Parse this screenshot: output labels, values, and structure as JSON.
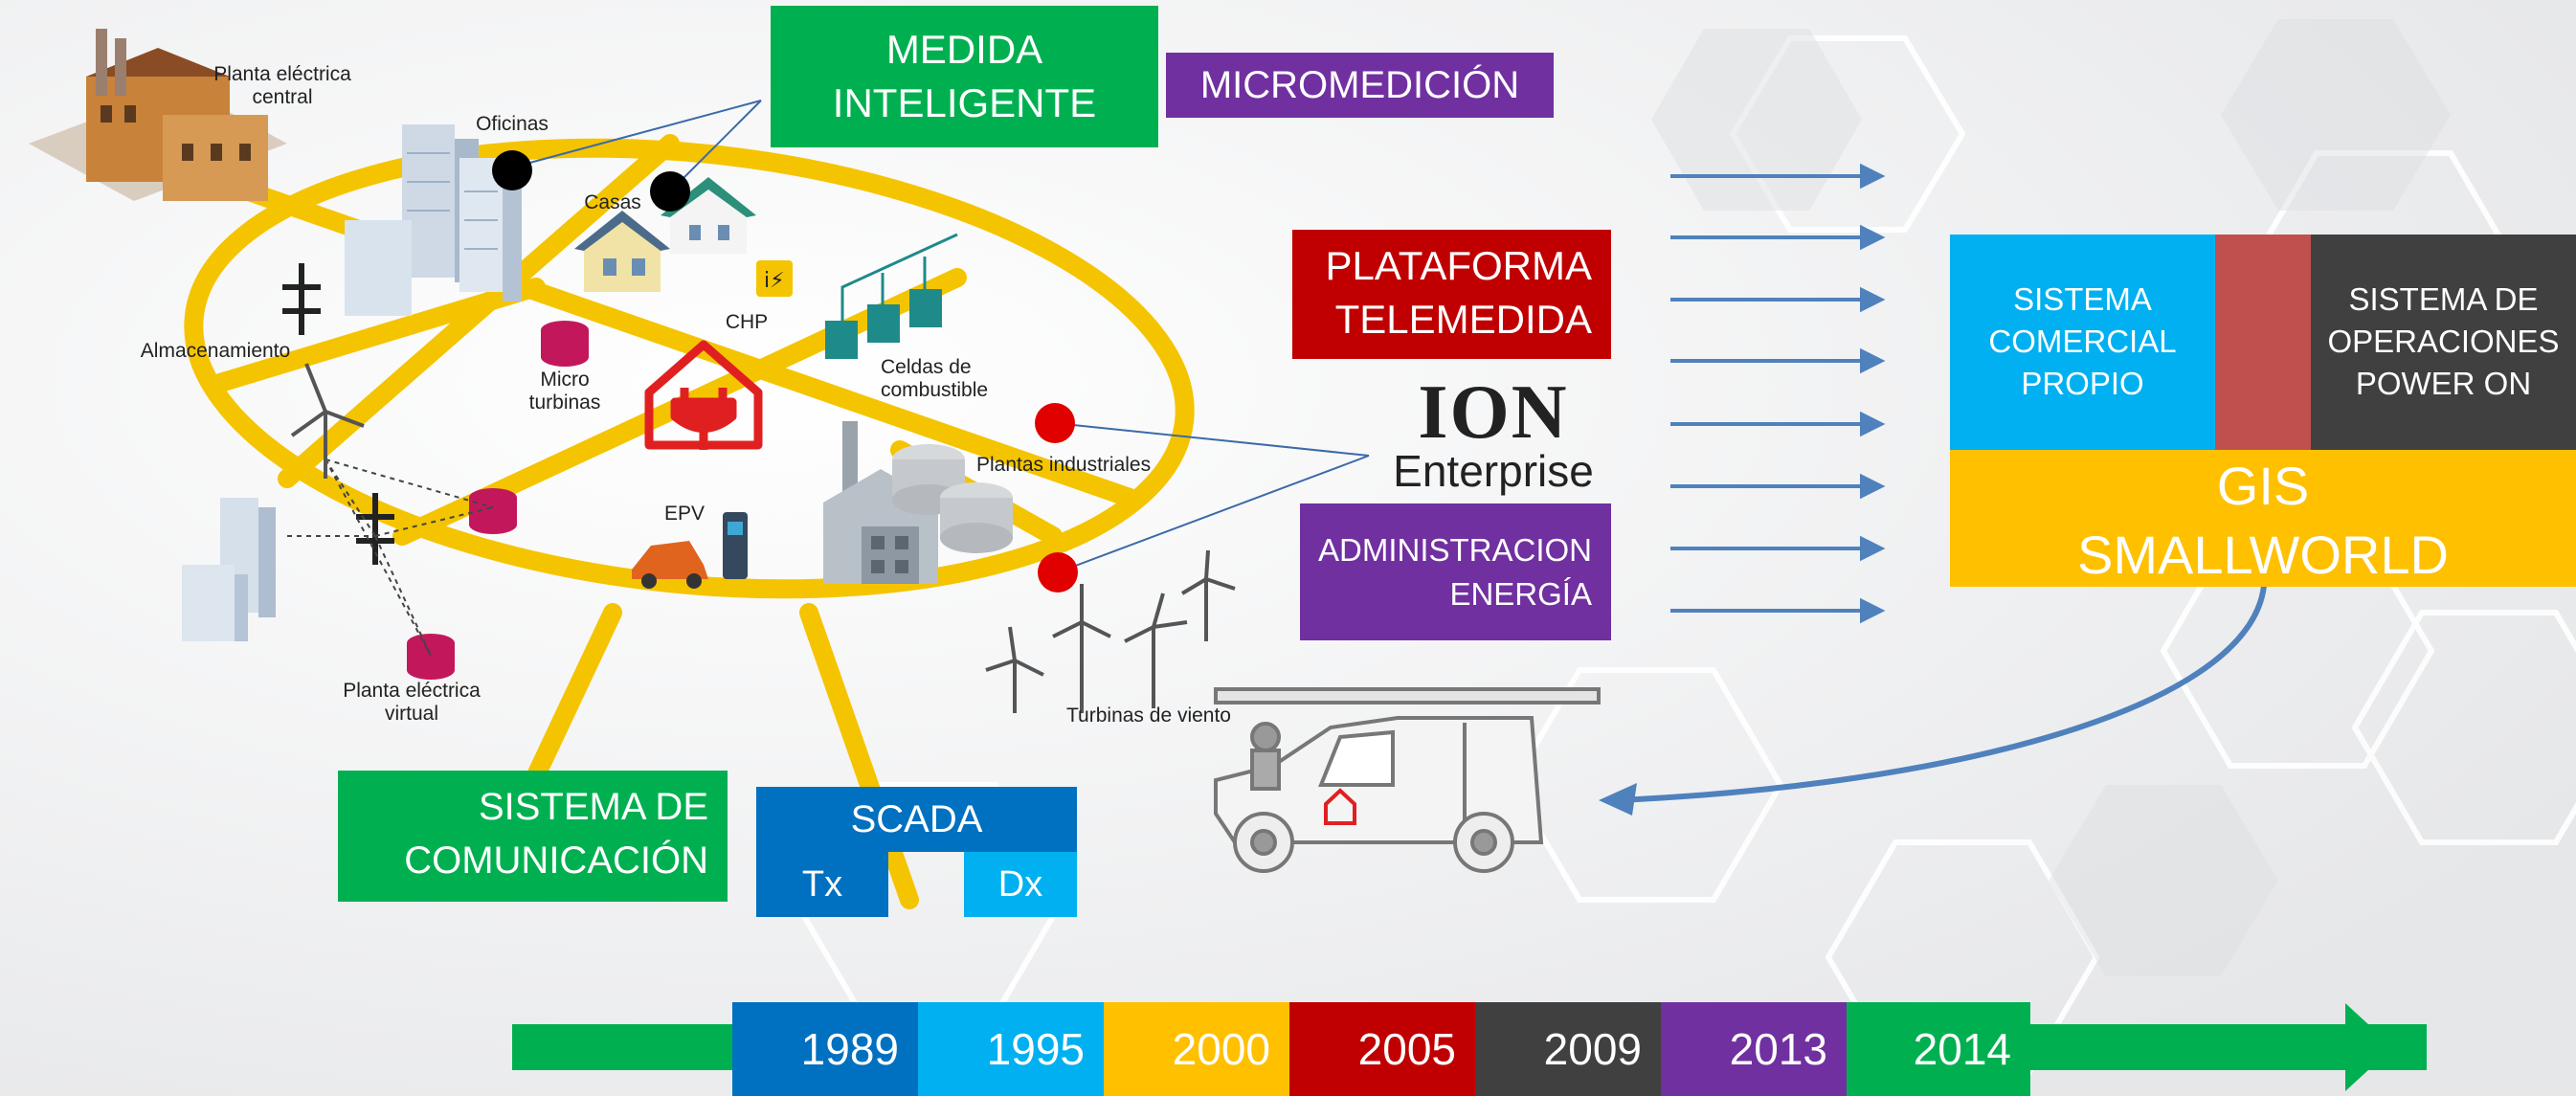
{
  "boxes": {
    "medida_line1": "MEDIDA",
    "medida_line2": "INTELIGENTE",
    "micromedicion": "MICROMEDICIÓN",
    "plataforma_line1": "PLATAFORMA",
    "plataforma_line2": "TELEMEDIDA",
    "ion_logo": "ION",
    "ion_sub": "Enterprise",
    "admin_line1": "ADMINISTRACION",
    "admin_line2": "ENERGÍA",
    "comercial_line1": "SISTEMA",
    "comercial_line2": "COMERCIAL",
    "comercial_line3": "PROPIO",
    "operaciones_line1": "SISTEMA DE",
    "operaciones_line2": "OPERACIONES",
    "operaciones_line3": "POWER ON",
    "gis_line1": "GIS",
    "gis_line2": "SMALLWORLD",
    "comunicacion_line1": "SISTEMA DE",
    "comunicacion_line2": "COMUNICACIÓN",
    "scada": "SCADA",
    "tx": "Tx",
    "dx": "Dx"
  },
  "diagram_labels": {
    "planta_central_1": "Planta eléctrica",
    "planta_central_2": "central",
    "oficinas": "Oficinas",
    "casas": "Casas",
    "chp": "CHP",
    "almacenamiento": "Almacenamiento",
    "micro_1": "Micro",
    "micro_2": "turbinas",
    "celdas_1": "Celdas de",
    "celdas_2": "combustible",
    "plantas_industriales": "Plantas industriales",
    "epv": "EPV",
    "planta_virtual_1": "Planta eléctrica",
    "planta_virtual_2": "virtual",
    "turbinas": "Turbinas de viento"
  },
  "timeline": {
    "years": [
      "1989",
      "1995",
      "2000",
      "2005",
      "2009",
      "2013",
      "2014"
    ],
    "colors": [
      "#0070c0",
      "#00b0f0",
      "#ffc000",
      "#c00000",
      "#404040",
      "#7030a0",
      "#00b050"
    ]
  },
  "colors": {
    "green": "#00b050",
    "purple": "#7030a0",
    "red": "#c00000",
    "blue": "#0070c0",
    "cyan": "#00b0f0",
    "gold": "#ffc000",
    "dark": "#404040",
    "ring": "#f5c400",
    "arrow": "#4f81bd"
  },
  "icons": {
    "grid": "smart-grid-illustration",
    "truck": "service-truck-icon",
    "plug": "house-plug-icon"
  }
}
